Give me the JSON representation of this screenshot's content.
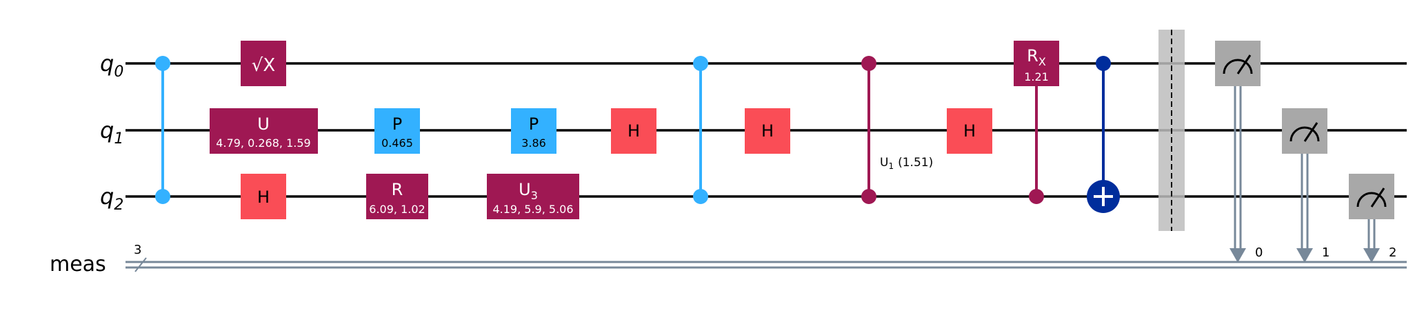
{
  "wires": [
    {
      "name": "q",
      "index": "0"
    },
    {
      "name": "q",
      "index": "1"
    },
    {
      "name": "q",
      "index": "2"
    }
  ],
  "classical": {
    "label": "meas",
    "size": "3",
    "bits": [
      "0",
      "1",
      "2"
    ]
  },
  "colors": {
    "wire": "#000000",
    "classical_wire": "#778899",
    "cz": "#33b1ff",
    "h": "#fa4d56",
    "p": "#33b1ff",
    "unitary": "#9f1853",
    "cx": "#002d9c",
    "barrier": "#bdbdbd",
    "measure": "#a8a8a8",
    "text_light": "#ffffff",
    "text_dark": "#000000"
  },
  "gates": {
    "sx": {
      "label": "√X"
    },
    "u": {
      "label": "U",
      "params": "4.79, 0.268, 1.59"
    },
    "h_q2": {
      "label": "H"
    },
    "p1": {
      "label": "P",
      "params": "0.465"
    },
    "r": {
      "label": "R",
      "params": "6.09, 1.02"
    },
    "p2": {
      "label": "P",
      "params": "3.86"
    },
    "u3": {
      "label": "U",
      "sub": "3",
      "params": "4.19, 5.9, 5.06"
    },
    "h_q1_a": {
      "label": "H"
    },
    "h_q1_b": {
      "label": "H"
    },
    "cu1": {
      "label": "U",
      "sub": "1",
      "params": "(1.51)"
    },
    "h_q1_c": {
      "label": "H"
    },
    "crx": {
      "label": "R",
      "sub": "X",
      "params": "1.21"
    }
  }
}
